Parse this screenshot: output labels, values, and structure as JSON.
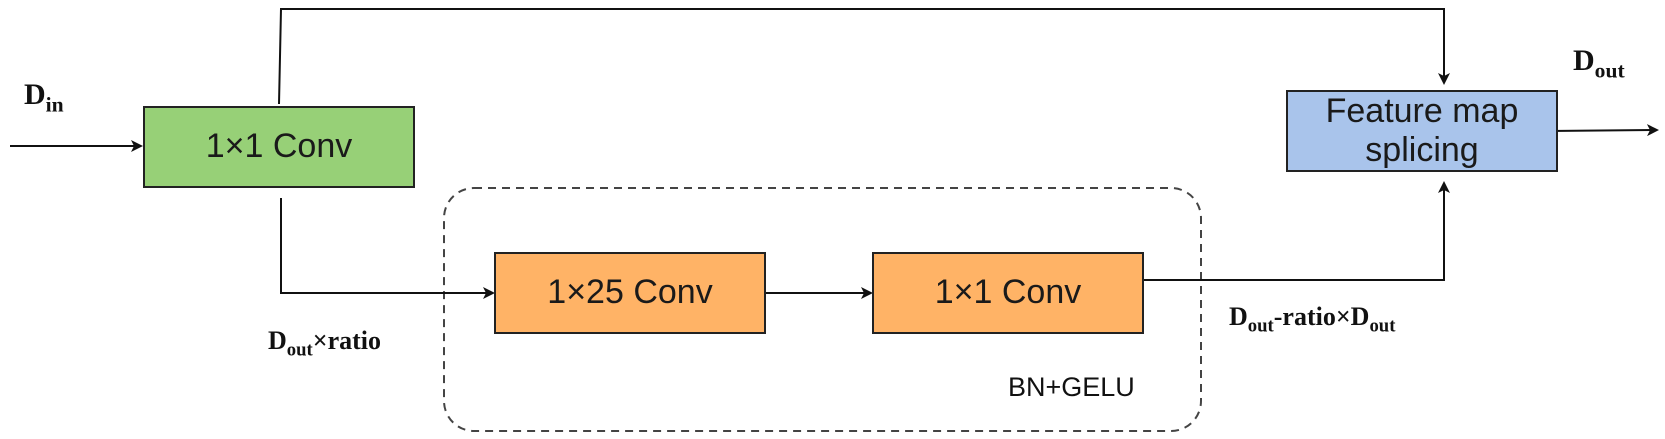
{
  "blocks": {
    "conv_in": {
      "text": "1×1 Conv",
      "color": "#97d077"
    },
    "conv_25": {
      "text": "1×25 Conv",
      "color": "#ffb366"
    },
    "conv_1b": {
      "text": "1×1 Conv",
      "color": "#ffb366"
    },
    "splice": {
      "text": "Feature map splicing",
      "color": "#a9c4eb"
    }
  },
  "labels": {
    "d_in": {
      "base": "D",
      "sub": "in"
    },
    "d_out": {
      "base": "D",
      "sub": "out"
    },
    "d_ratio": {
      "base": "D",
      "sub": "out",
      "rest": "×ratio"
    },
    "d_diff": {
      "base": "D",
      "sub": "out",
      "mid": "-ratio×D",
      "sub2": "out"
    }
  },
  "group_label": "BN+GELU"
}
